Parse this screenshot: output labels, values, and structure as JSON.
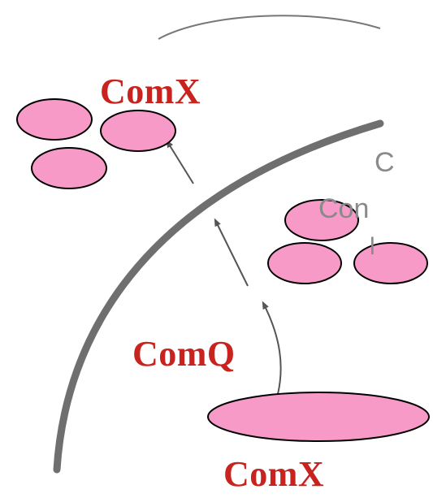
{
  "labels": {
    "top_product": "ComX",
    "enzyme": "ComQ",
    "precursor": "ComX"
  },
  "partial_text": {
    "glyph_1": "C",
    "glyph_2": "Con",
    "glyph_3": "l"
  },
  "colors": {
    "label_red": "#c8231e",
    "ellipse_fill": "#f79ac8",
    "membrane_gray": "#6f6f6f",
    "arrow_gray": "#555555"
  }
}
